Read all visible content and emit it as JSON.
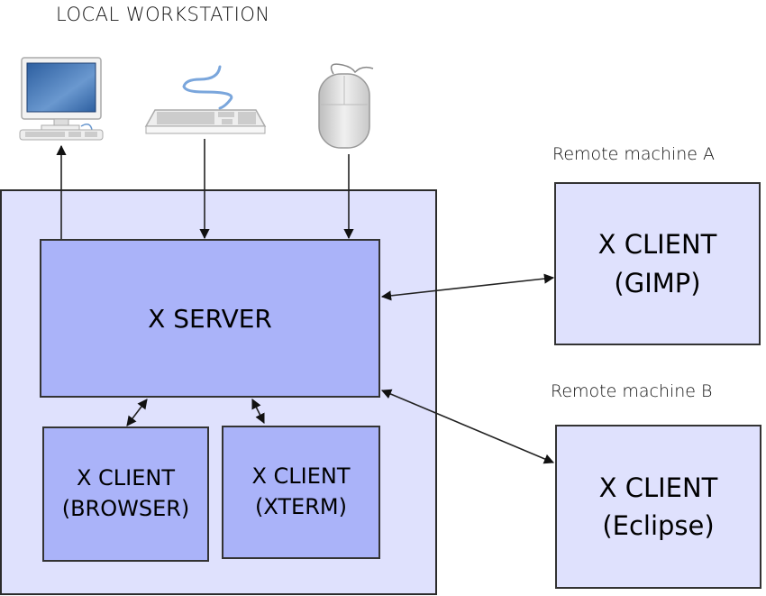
{
  "title": "LOCAL WORKSTATION",
  "devices": [
    {
      "name": "monitor",
      "icon": "monitor-icon",
      "direction": "output"
    },
    {
      "name": "keyboard",
      "icon": "keyboard-icon",
      "direction": "input"
    },
    {
      "name": "mouse",
      "icon": "mouse-icon",
      "direction": "input"
    }
  ],
  "server": {
    "label": "X SERVER"
  },
  "local_clients": [
    {
      "line1": "X CLIENT",
      "line2": "(BROWSER)"
    },
    {
      "line1": "X CLIENT",
      "line2": "(XTERM)"
    }
  ],
  "remote_machines": [
    {
      "label": "Remote machine A",
      "line1": "X CLIENT",
      "line2": "(GIMP)"
    },
    {
      "label": "Remote machine B",
      "line1": "X CLIENT",
      "line2": "(Eclipse)"
    }
  ],
  "colors": {
    "workstation_fill": "#dfe1fd",
    "server_fill": "#aab3f9",
    "remote_fill": "#dfe1fd",
    "border": "#333333"
  }
}
